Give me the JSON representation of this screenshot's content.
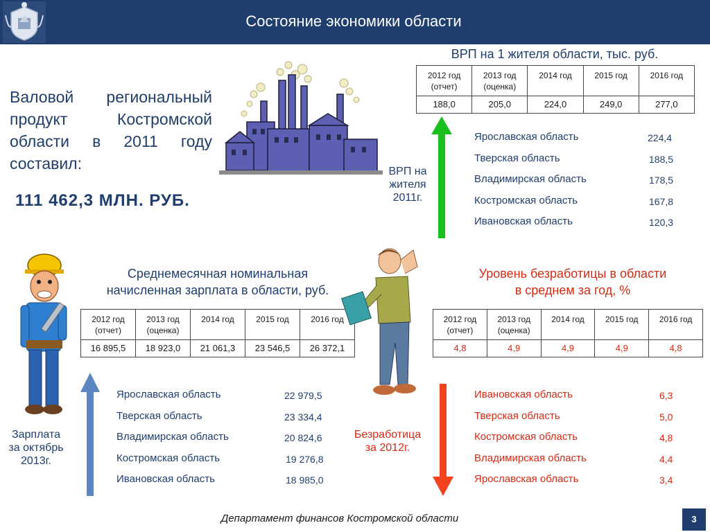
{
  "header": {
    "title": "Состояние экономики области"
  },
  "intro": {
    "text": "Валовой региональный продукт Костромской области в 2011 году составил:",
    "total": "111 462,3 МЛН. РУБ."
  },
  "vrp": {
    "title": "ВРП  на 1 жителя области, тыс. руб.",
    "headers": [
      [
        "2012 год",
        "(отчет)"
      ],
      [
        "2013 год",
        "(оценка)"
      ],
      [
        "2014 год",
        ""
      ],
      [
        "2015 год",
        ""
      ],
      [
        "2016 год",
        ""
      ]
    ],
    "values": [
      "188,0",
      "205,0",
      "224,0",
      "249,0",
      "277,0"
    ],
    "caption": [
      "ВРП на",
      "жителя",
      "2011г."
    ],
    "regions": [
      {
        "name": "Ярославская область",
        "value": "224,4"
      },
      {
        "name": "Тверская область",
        "value": "188,5"
      },
      {
        "name": "Владимирская область",
        "value": "178,5"
      },
      {
        "name": "Костромская область",
        "value": "167,8"
      },
      {
        "name": "Ивановская область",
        "value": "120,3"
      }
    ],
    "arrow_color": "#1bbf1b"
  },
  "salary": {
    "title": [
      "Среднемесячная номинальная",
      "начисленная зарплата в области, руб."
    ],
    "headers": [
      [
        "2012 год",
        "(отчет)"
      ],
      [
        "2013 год",
        "(оценка)"
      ],
      [
        "2014 год",
        ""
      ],
      [
        "2015 год",
        ""
      ],
      [
        "2016 год",
        ""
      ]
    ],
    "values": [
      "16 895,5",
      "18 923,0",
      "21 061,3",
      "23 546,5",
      "26 372,1"
    ],
    "caption": [
      "Зарплата",
      "за октябрь",
      "2013г."
    ],
    "regions": [
      {
        "name": "Ярославская область",
        "value": "22 979,5"
      },
      {
        "name": "Тверская область",
        "value": "23 334,4"
      },
      {
        "name": "Владимирская область",
        "value": "20 824,6"
      },
      {
        "name": "Костромская область",
        "value": "19 276,8"
      },
      {
        "name": "Ивановская область",
        "value": "18 985,0"
      }
    ],
    "arrow_color": "#5b86c0"
  },
  "unemployment": {
    "title": [
      "Уровень безработицы в области",
      "в среднем за год, %"
    ],
    "headers": [
      [
        "2012 год",
        "(отчет)"
      ],
      [
        "2013 год",
        "(оценка)"
      ],
      [
        "2014 год",
        ""
      ],
      [
        "2015 год",
        ""
      ],
      [
        "2016 год",
        ""
      ]
    ],
    "values": [
      "4,8",
      "4,9",
      "4,9",
      "4,9",
      "4,8"
    ],
    "caption": [
      "Безработица",
      "за 2012г."
    ],
    "regions": [
      {
        "name": "Ивановская область",
        "value": "6,3"
      },
      {
        "name": "Тверская область",
        "value": "5,0"
      },
      {
        "name": "Костромская область",
        "value": "4,8"
      },
      {
        "name": "Владимирская область",
        "value": "4,4"
      },
      {
        "name": "Ярославская область",
        "value": "3,4"
      }
    ],
    "arrow_color": "#f2421e"
  },
  "footer": {
    "text": "Департамент финансов  Костромской области",
    "page": "3"
  },
  "colors": {
    "header_bg": "#1f3e6e",
    "text_blue": "#1f3e6e",
    "text_red": "#d62a14"
  }
}
